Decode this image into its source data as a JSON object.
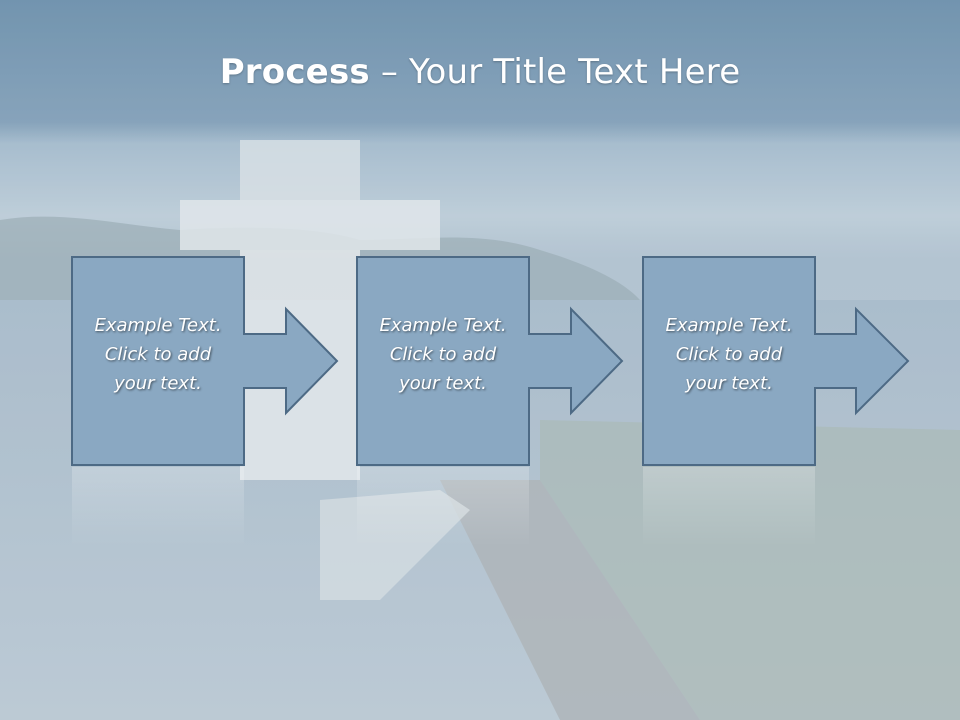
{
  "title": {
    "bold": "Process",
    "rest": " – Your Title Text Here"
  },
  "steps": [
    {
      "text": "Example Text.\nClick  to add\nyour text."
    },
    {
      "text": "Example Text.\nClick  to add\nyour text."
    },
    {
      "text": "Example Text.\nClick  to add\nyour text."
    }
  ],
  "colors": {
    "box_fill": "#8aa8c2",
    "box_stroke": "#4d6a85",
    "header_band": "#6a8eaa"
  }
}
